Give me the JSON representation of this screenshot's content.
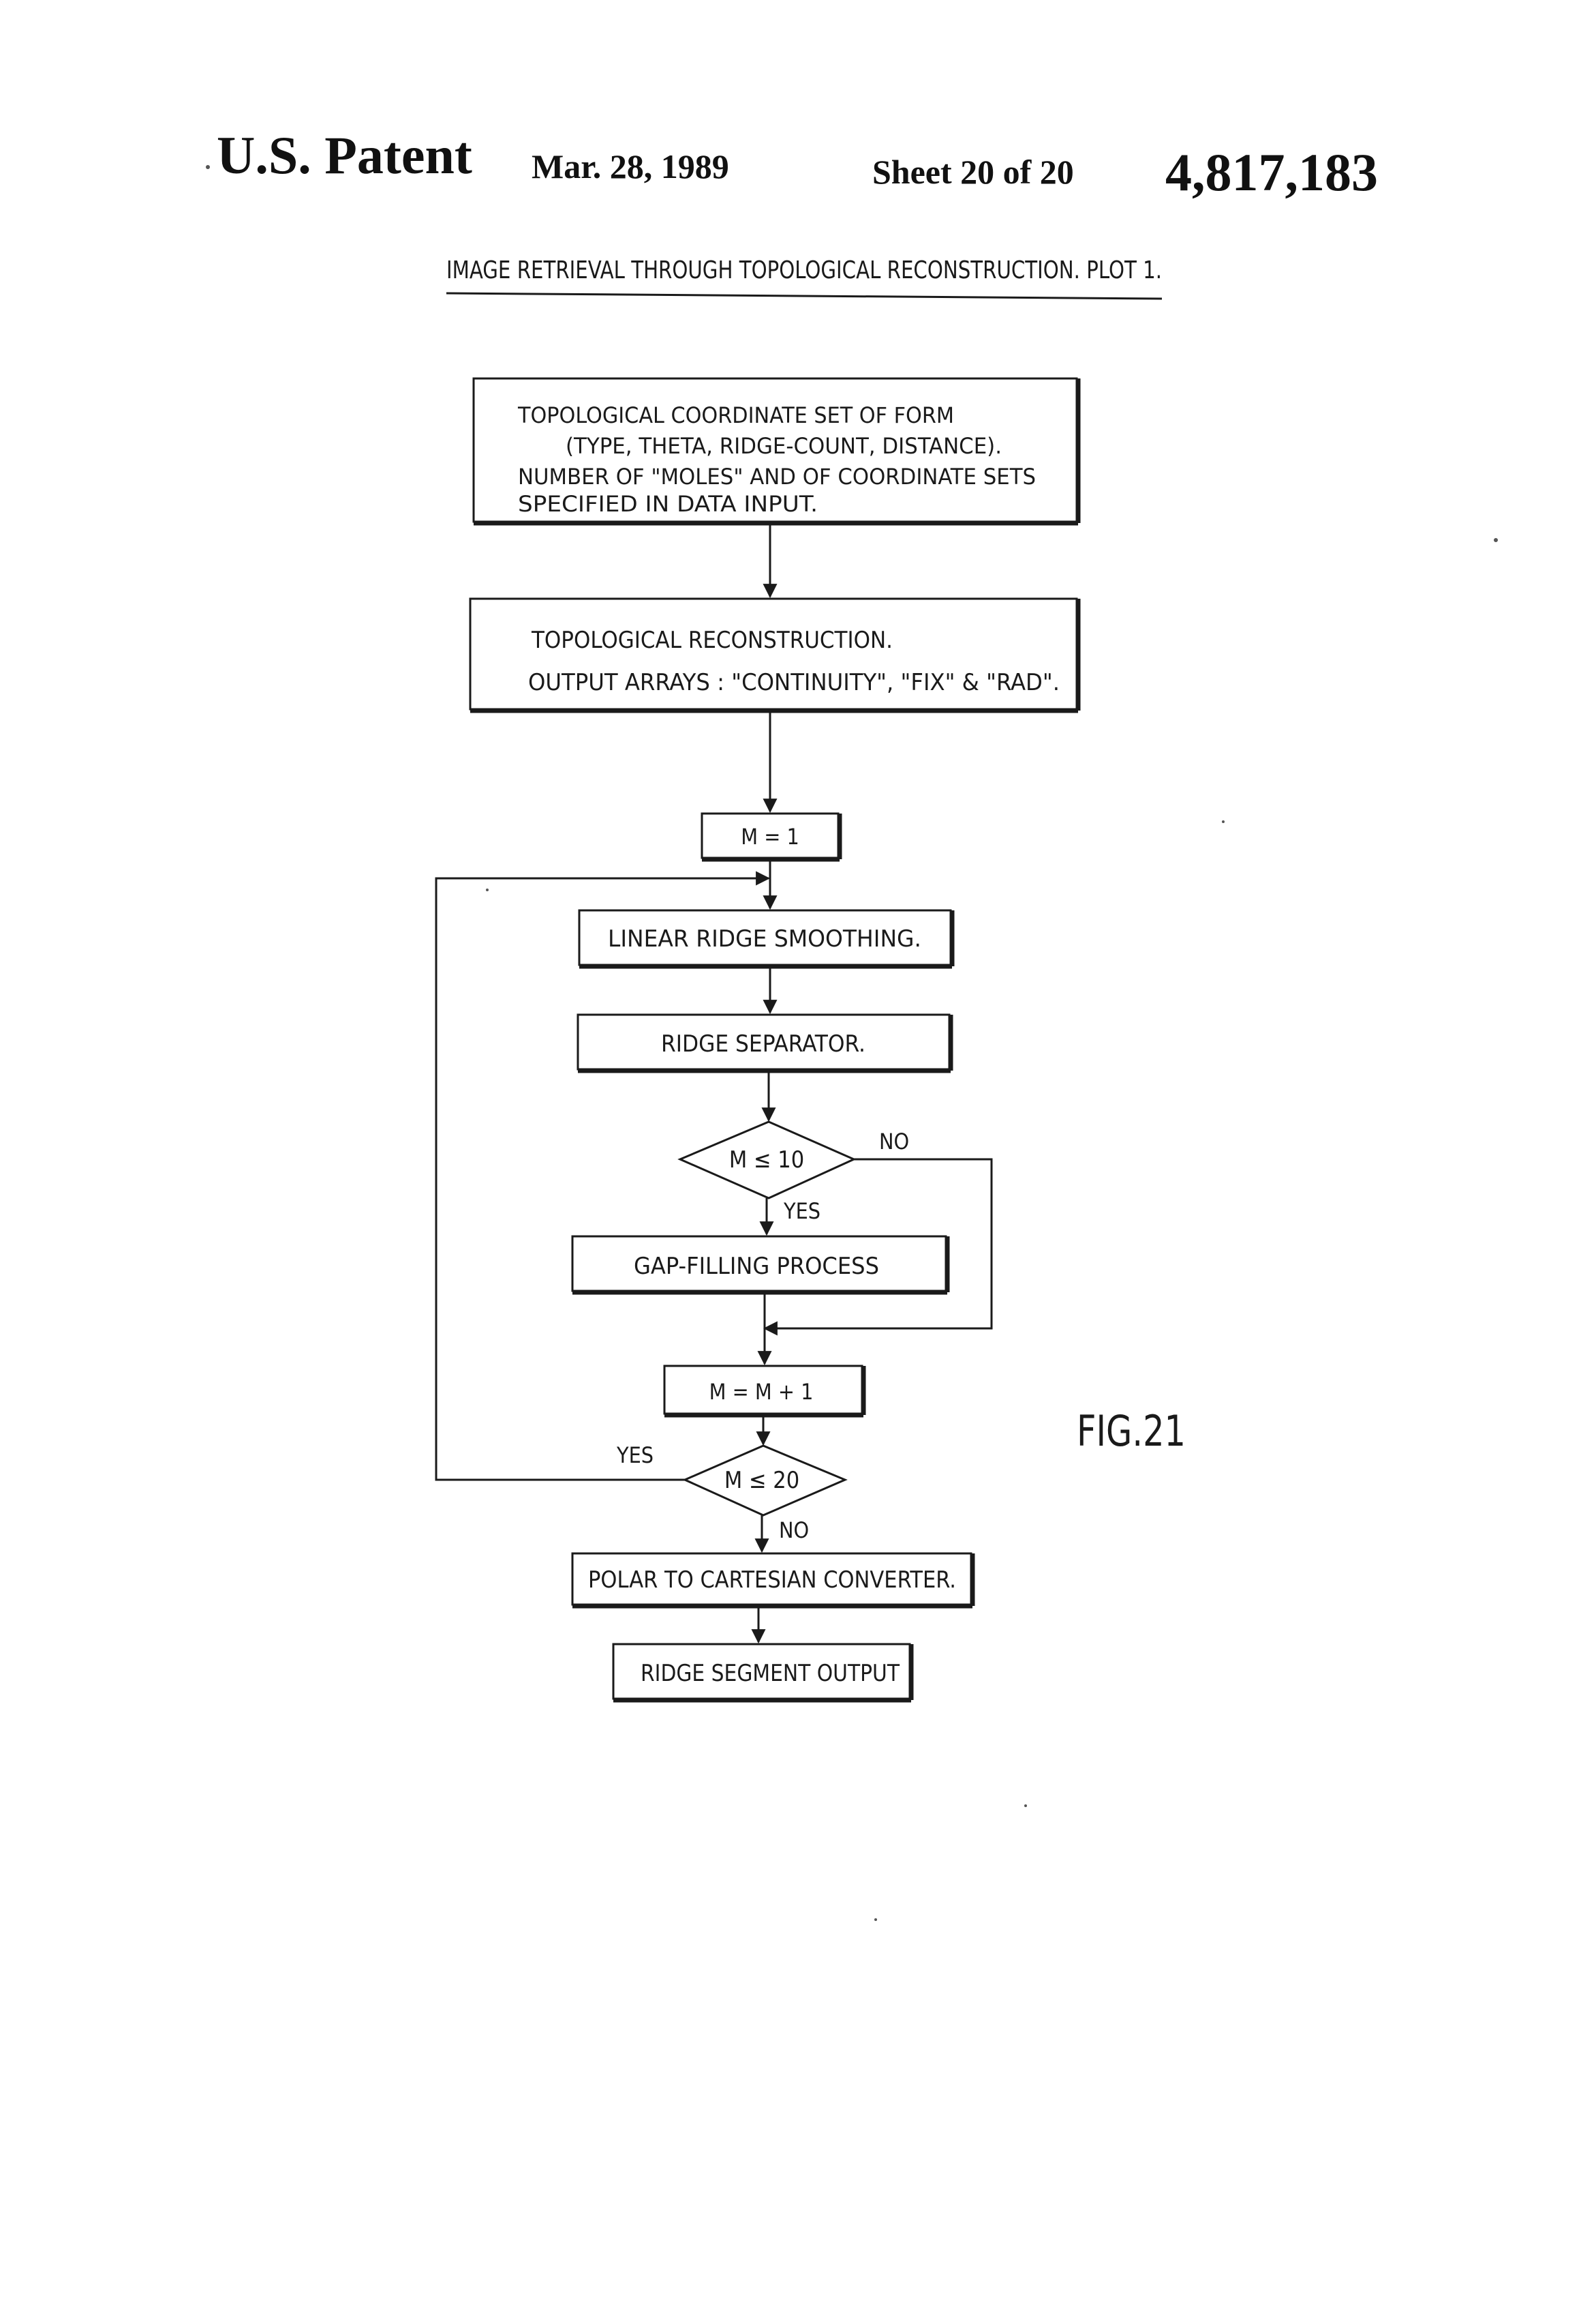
{
  "header": {
    "publication": "U.S. Patent",
    "date": "Mar. 28, 1989",
    "sheet": "Sheet 20 of 20",
    "patent_number": "4,817,183"
  },
  "diagram": {
    "title": "IMAGE RETRIEVAL THROUGH TOPOLOGICAL RECONSTRUCTION. PLOT 1.",
    "figure_label": "FIG.21",
    "input_box": {
      "line1": "TOPOLOGICAL COORDINATE SET OF FORM",
      "line2": "(TYPE, THETA, RIDGE-COUNT, DISTANCE).",
      "line3": "NUMBER OF \"MOLES\" AND OF COORDINATE SETS",
      "line4": "SPECIFIED IN DATA INPUT."
    },
    "reconstruction_box": {
      "line1": "TOPOLOGICAL RECONSTRUCTION.",
      "line2": "OUTPUT ARRAYS : \"CONTINUITY\", \"FIX\" & \"RAD\"."
    },
    "init_box": "M = 1",
    "smoothing_box": "LINEAR RIDGE SMOOTHING.",
    "separator_box": "RIDGE SEPARATOR.",
    "decision_1": "M ≤ 10",
    "decision_1_no": "NO",
    "decision_1_yes": "YES",
    "gap_box": "GAP-FILLING PROCESS",
    "increment_box": "M = M + 1",
    "decision_2": "M ≤ 20",
    "decision_2_yes": "YES",
    "decision_2_no": "NO",
    "converter_box": "POLAR TO CARTESIAN CONVERTER.",
    "output_box": "RIDGE SEGMENT OUTPUT"
  }
}
